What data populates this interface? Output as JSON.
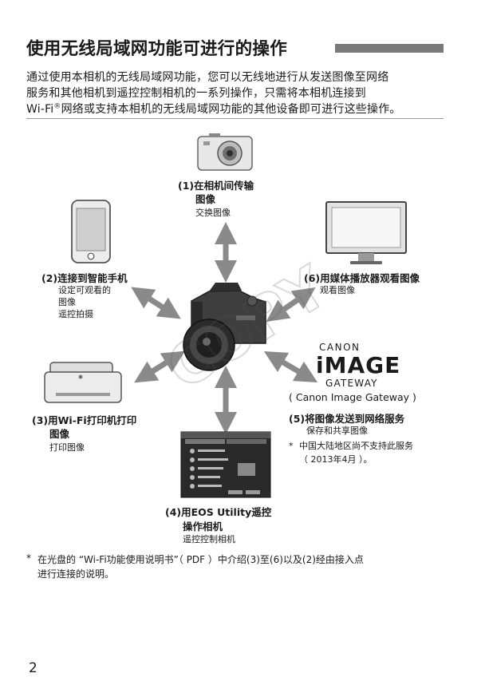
{
  "title": "使用无线局域网功能可进行的操作",
  "intro": {
    "line1": "通过使用本相机的无线局域网功能，您可以无线地进行从发送图像至网络",
    "line2": "服务和其他相机到遥控控制相机的一系列操作，只需将本相机连接到",
    "line3_prefix": "Wi-Fi",
    "line3_reg": "®",
    "line3_rest": "网络或支持本相机的无线局域网功能的其他设备即可进行这些操作。"
  },
  "items": {
    "camera": {
      "num": "(1)",
      "title1": "在相机间传输",
      "title2": "图像",
      "desc": "交换图像"
    },
    "phone": {
      "num": "(2)",
      "title": "连接到智能手机",
      "desc1": "设定可观看的",
      "desc2": "图像",
      "desc3": "遥控拍摄"
    },
    "printer": {
      "num": "(3)",
      "title1": "用Wi-Fi打印机打印",
      "title2": "图像",
      "desc": "打印图像"
    },
    "eos": {
      "num": "(4)",
      "title1": "用EOS Utility遥控",
      "title2": "操作相机",
      "desc": "遥控控制相机"
    },
    "gateway": {
      "num": "(5)",
      "title": "将图像发送到网络服务",
      "desc": "保存和共享图像",
      "note_star": "*",
      "note1": "中国大陆地区尚不支持此服务",
      "note2": "（ 2013年4月 ）。"
    },
    "media": {
      "num": "(6)",
      "title": "用媒体播放器观看图像",
      "desc": "观看图像"
    }
  },
  "gateway_logo": {
    "canon": "CANON",
    "image": "iMAGE",
    "gateway": "GATEWAY",
    "caption": "( Canon Image Gateway )"
  },
  "watermark": "COPY",
  "footnote": {
    "star": "*",
    "line1": "在光盘的 “Wi-Fi功能使用说明书”（ PDF ）中介绍(3)至(6)以及(2)经由接入点",
    "line2": "进行连接的说明。"
  },
  "page_number": "2",
  "colors": {
    "arrow": "#8a8a8a",
    "title_bar": "#7a7a7a",
    "text": "#1a1a1a"
  }
}
